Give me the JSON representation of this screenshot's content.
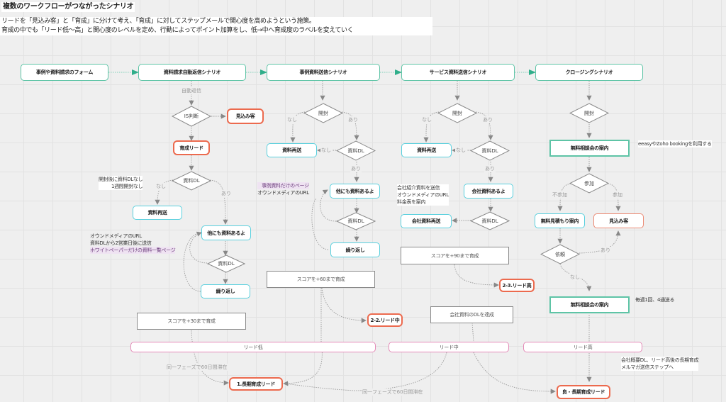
{
  "header": {
    "title": "複数のワークフローがつながったシナリオ",
    "description_lines": [
      "リードを「見込み客」と「育成」に分けて考え、「育成」に対してステップメールで関心度を高めようという施策。",
      "育成の中でも「リード低〜高」と関心度のレベルを定め、行動によってポイント加算をし、低→中へ育成度のラベルを変えていく"
    ]
  },
  "colors": {
    "scenario_border": "#5ec4a6",
    "action_border": "#5ad0de",
    "lead_border": "#ec6a4e",
    "band_border": "#e58bb8",
    "flow_arrow": "#2fae8a",
    "edge": "#888888"
  },
  "top_flow": [
    "事例や資料請求のフォーム",
    "資料請求自動返信シナリオ",
    "事例資料送信シナリオ",
    "サービス資料送信シナリオ",
    "クロージングシナリオ"
  ],
  "col1": {
    "edge_label": "自動返信",
    "decision_is": "IS判断",
    "prospect": "見込み客",
    "nurture_lead": "育成リード",
    "decision_dl": "資料DL",
    "label_no": "なし",
    "label_yes": "あり",
    "note_no_dl": [
      "開封後に資料DLなし",
      "1週間開封なし"
    ],
    "resend": "資料再送",
    "other_docs": "他にも資料あるよ",
    "note_other": [
      "オウンドメディアのURL",
      "資料DLから2営業日後に送信"
    ],
    "note_other_highlight": "ホワイトペーパーだけの資料一覧ページ",
    "decision_dl2": "資料DL",
    "repeat": "繰り返し",
    "score": "スコアを+30まで育成"
  },
  "col2": {
    "decision_open": "開封",
    "label_no": "なし",
    "label_yes": "あり",
    "resend": "資料再送",
    "decision_dl": "資料DL",
    "label_no2": "なし",
    "label_yes2": "あり",
    "note_highlight": "事例資料だけのページ",
    "note": "オウンドメディアのURL",
    "other_docs": "他にも資料あるよ",
    "decision_dl2": "資料DL",
    "repeat": "繰り返し",
    "score": "スコアを+60まで育成",
    "lead_mid": "2-2.リード中"
  },
  "col3": {
    "decision_open": "開封",
    "label_no": "なし",
    "label_yes": "あり",
    "resend": "資料再送",
    "decision_dl": "資料DL",
    "label_no2": "なし",
    "label_yes2": "あり",
    "note": [
      "会社紹介資料を送信",
      "オウンドメディアのURL",
      "料金表を案内"
    ],
    "company_docs": "会社資料あるよ",
    "decision_dl2": "資料DL",
    "company_resend": "会社資料再送",
    "score": "スコアを+90まで育成",
    "lead_high": "2-3.リード高",
    "achieve": "会社資料のDLを達成"
  },
  "col4": {
    "decision_open": "開封",
    "free_consult": "無料相談会の案内",
    "note_booking": "eeasyやZoho bookingを利用する",
    "decision_join": "参加",
    "label_not_join": "不参加",
    "label_join": "参加",
    "free_estimate": "無料見積もり案内",
    "prospect": "見込み客",
    "decision_request": "依頼",
    "label_yes": "あり",
    "label_no": "なし",
    "free_consult2": "無料相談会の案内",
    "note_weekly": "毎週1回、4通送る",
    "note_long": [
      "会社概要DL、リード高後の長期育成",
      "メルマガ送信ステップへ"
    ]
  },
  "bands": {
    "low": "リード低",
    "mid": "リード中",
    "high": "リード高"
  },
  "bottom": {
    "long_term_lead": "1.長期育成リード",
    "good_long_term_lead": "良・長期育成リード",
    "stay_label_1": "同一フェーズで60日間滞在",
    "stay_label_2": "同一フェーズで60日間滞在"
  }
}
